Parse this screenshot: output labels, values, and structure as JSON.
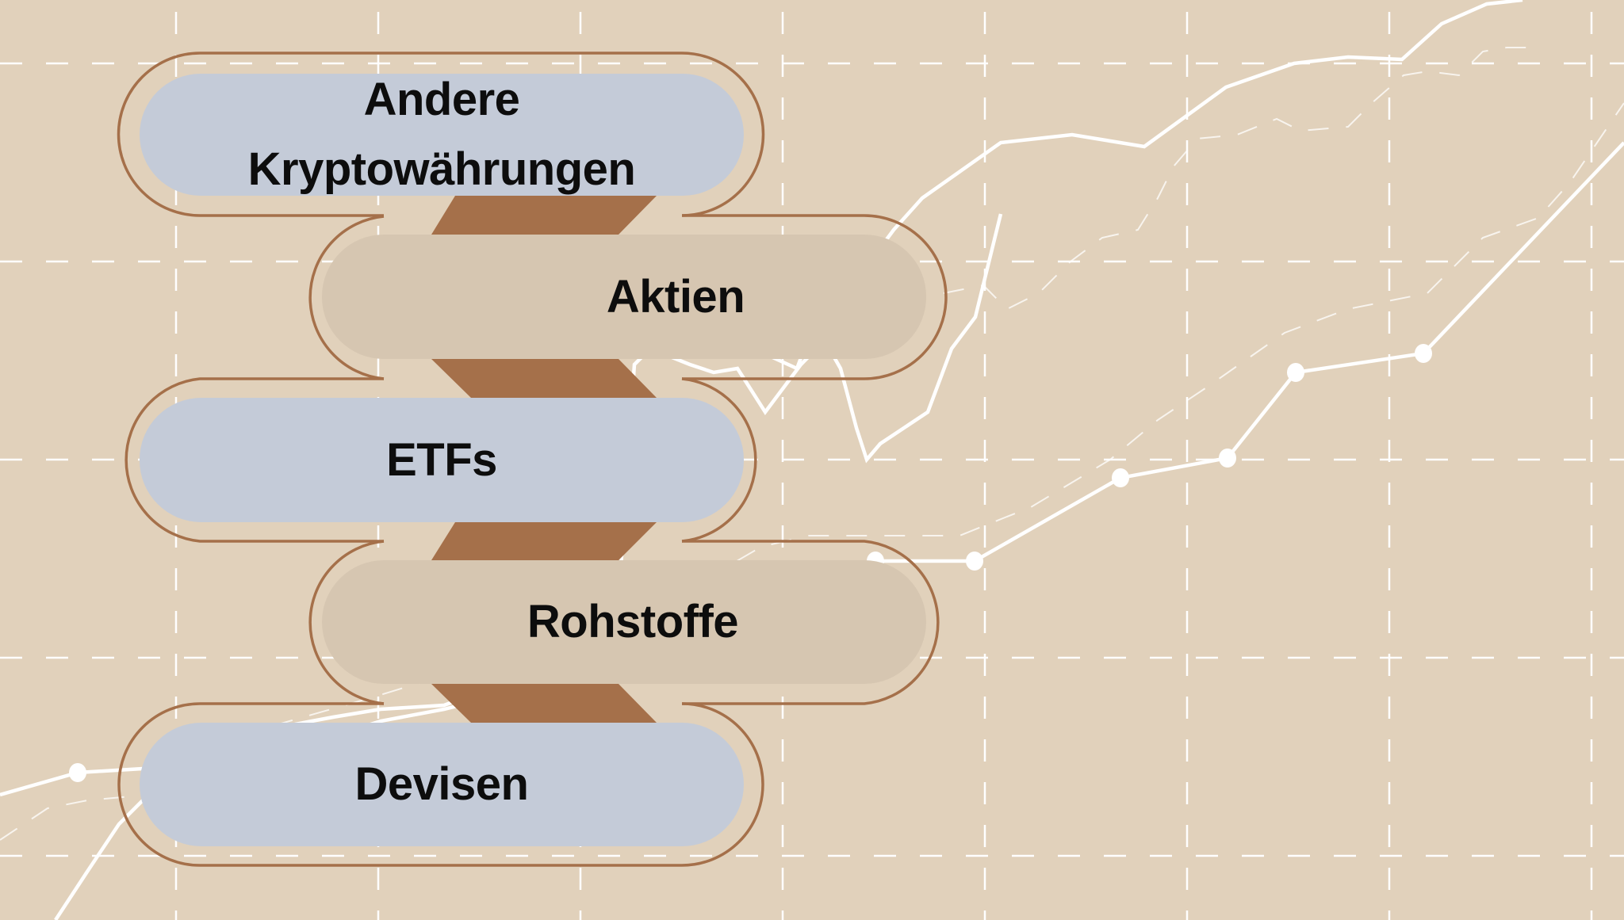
{
  "colors": {
    "background": "#e1d1bb",
    "outline": "#a5704a",
    "connector": "#a5704a",
    "pill_blue": "#c4cbd8",
    "pill_beige": "#d6c6b1",
    "grid": "#ffffff",
    "chart_line": "#ffffff",
    "text": "#0d0d0d"
  },
  "diagram": {
    "type": "chain / stacked pill list",
    "items": [
      {
        "label": "Andere\nKryptowährungen",
        "side": "left",
        "fill": "blue"
      },
      {
        "label": "Aktien",
        "side": "right",
        "fill": "beige"
      },
      {
        "label": "ETFs",
        "side": "left",
        "fill": "blue"
      },
      {
        "label": "Rohstoffe",
        "side": "right",
        "fill": "beige"
      },
      {
        "label": "Devisen",
        "side": "left",
        "fill": "blue"
      }
    ]
  },
  "background_chart": {
    "description": "decorative line chart with dashed grid",
    "grid": {
      "vertical_x": [
        222,
        477,
        732,
        987,
        1242,
        1497,
        1752,
        2007
      ],
      "horizontal_y": [
        80,
        330,
        580,
        830,
        1080
      ]
    },
    "series": [
      {
        "name": "line-top",
        "style": "solid",
        "points": [
          [
            880,
            420
          ],
          [
            950,
            440
          ],
          [
            1005,
            465
          ],
          [
            1035,
            385
          ],
          [
            1090,
            340
          ],
          [
            1127,
            290
          ],
          [
            1163,
            250
          ],
          [
            1262,
            180
          ],
          [
            1352,
            170
          ],
          [
            1443,
            185
          ],
          [
            1546,
            110
          ],
          [
            1632,
            80
          ],
          [
            1700,
            72
          ],
          [
            1768,
            75
          ],
          [
            1818,
            30
          ],
          [
            1875,
            5
          ],
          [
            1920,
            0
          ]
        ]
      },
      {
        "name": "line-top-shadow",
        "style": "dashed",
        "points": [
          [
            1190,
            370
          ],
          [
            1240,
            360
          ],
          [
            1270,
            390
          ],
          [
            1310,
            370
          ],
          [
            1350,
            330
          ],
          [
            1390,
            300
          ],
          [
            1435,
            290
          ],
          [
            1460,
            250
          ],
          [
            1480,
            210
          ],
          [
            1510,
            175
          ],
          [
            1560,
            170
          ],
          [
            1610,
            150
          ],
          [
            1640,
            165
          ],
          [
            1700,
            160
          ],
          [
            1730,
            130
          ],
          [
            1770,
            95
          ],
          [
            1800,
            90
          ],
          [
            1840,
            95
          ],
          [
            1870,
            65
          ],
          [
            1900,
            60
          ],
          [
            1940,
            60
          ]
        ]
      },
      {
        "name": "line-bottom-markers",
        "style": "solid",
        "points": [
          [
            0,
            1003
          ],
          [
            98,
            975
          ],
          [
            180,
            970
          ],
          [
            248,
            965
          ],
          [
            330,
            950
          ],
          [
            400,
            935
          ],
          [
            480,
            910
          ],
          [
            560,
            895
          ],
          [
            620,
            880
          ],
          [
            700,
            855
          ],
          [
            760,
            780
          ],
          [
            950,
            760
          ],
          [
            1010,
            740
          ],
          [
            1060,
            720
          ],
          [
            1104,
            708
          ],
          [
            1229,
            708
          ],
          [
            1413,
            603
          ],
          [
            1548,
            578
          ],
          [
            1634,
            470
          ],
          [
            1795,
            446
          ],
          [
            2048,
            180
          ]
        ],
        "markers": [
          [
            98,
            975
          ],
          [
            1104,
            708
          ],
          [
            1229,
            708
          ],
          [
            1413,
            603
          ],
          [
            1548,
            578
          ],
          [
            1634,
            470
          ],
          [
            1795,
            446
          ]
        ]
      },
      {
        "name": "line-bottom-shadow",
        "style": "dashed",
        "points": [
          [
            0,
            1060
          ],
          [
            60,
            1020
          ],
          [
            110,
            1010
          ],
          [
            220,
            1000
          ],
          [
            330,
            920
          ],
          [
            470,
            880
          ],
          [
            600,
            840
          ],
          [
            720,
            800
          ],
          [
            840,
            760
          ],
          [
            960,
            690
          ],
          [
            1020,
            676
          ],
          [
            1210,
            676
          ],
          [
            1300,
            640
          ],
          [
            1400,
            580
          ],
          [
            1460,
            530
          ],
          [
            1520,
            490
          ],
          [
            1620,
            420
          ],
          [
            1700,
            390
          ],
          [
            1800,
            370
          ],
          [
            1870,
            300
          ],
          [
            1940,
            275
          ],
          [
            1980,
            230
          ],
          [
            2048,
            130
          ]
        ]
      },
      {
        "name": "line-lower-left",
        "style": "solid",
        "points": [
          [
            70,
            1161
          ],
          [
            110,
            1100
          ],
          [
            150,
            1040
          ],
          [
            200,
            990
          ],
          [
            260,
            960
          ],
          [
            340,
            920
          ],
          [
            420,
            905
          ],
          [
            480,
            895
          ],
          [
            560,
            890
          ],
          [
            640,
            860
          ],
          [
            720,
            820
          ],
          [
            780,
            760
          ],
          [
            800,
            460
          ],
          [
            820,
            440
          ],
          [
            870,
            460
          ],
          [
            900,
            470
          ],
          [
            930,
            465
          ],
          [
            965,
            520
          ],
          [
            1010,
            460
          ],
          [
            1040,
            430
          ],
          [
            1060,
            465
          ],
          [
            1080,
            540
          ],
          [
            1093,
            580
          ],
          [
            1110,
            560
          ],
          [
            1140,
            540
          ],
          [
            1170,
            520
          ],
          [
            1200,
            440
          ],
          [
            1230,
            400
          ],
          [
            1262,
            270
          ]
        ]
      }
    ]
  }
}
